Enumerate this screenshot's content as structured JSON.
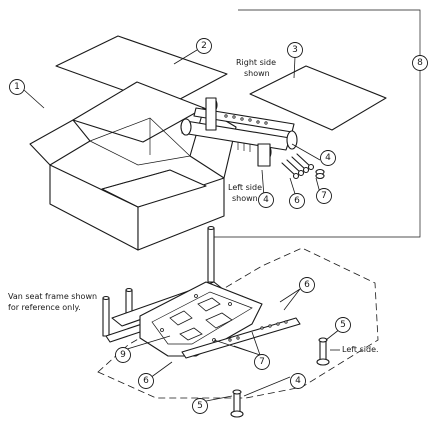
{
  "callouts": {
    "c1": "1",
    "c2": "2",
    "c3": "3",
    "c4a": "4",
    "c4b": "4",
    "c4c": "4",
    "c5a": "5",
    "c5b": "5",
    "c6a": "6",
    "c6b": "6",
    "c6c": "6",
    "c7a": "7",
    "c7b": "7",
    "c8": "8",
    "c9": "9"
  },
  "notes": {
    "right_side_1": "Right side",
    "right_side_2": "shown",
    "left_side_1": "Left side",
    "left_side_2": "shown",
    "van_seat_1": "Van seat frame shown",
    "van_seat_2": "for reference only.",
    "left_side_dot": "Left side."
  }
}
